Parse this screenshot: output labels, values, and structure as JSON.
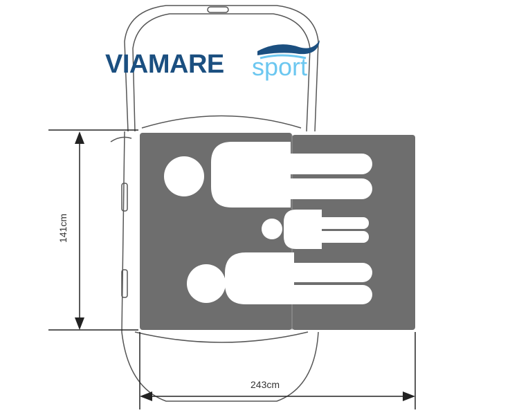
{
  "logo": {
    "brand": "VIAMARE",
    "sub": "sport"
  },
  "dimensions": {
    "width_label": "141cm",
    "length_label": "243cm"
  },
  "colors": {
    "mat": "#6e6e6e",
    "figures": "#ffffff",
    "brand_dark": "#1b4f80",
    "brand_light": "#6cc7f0"
  }
}
